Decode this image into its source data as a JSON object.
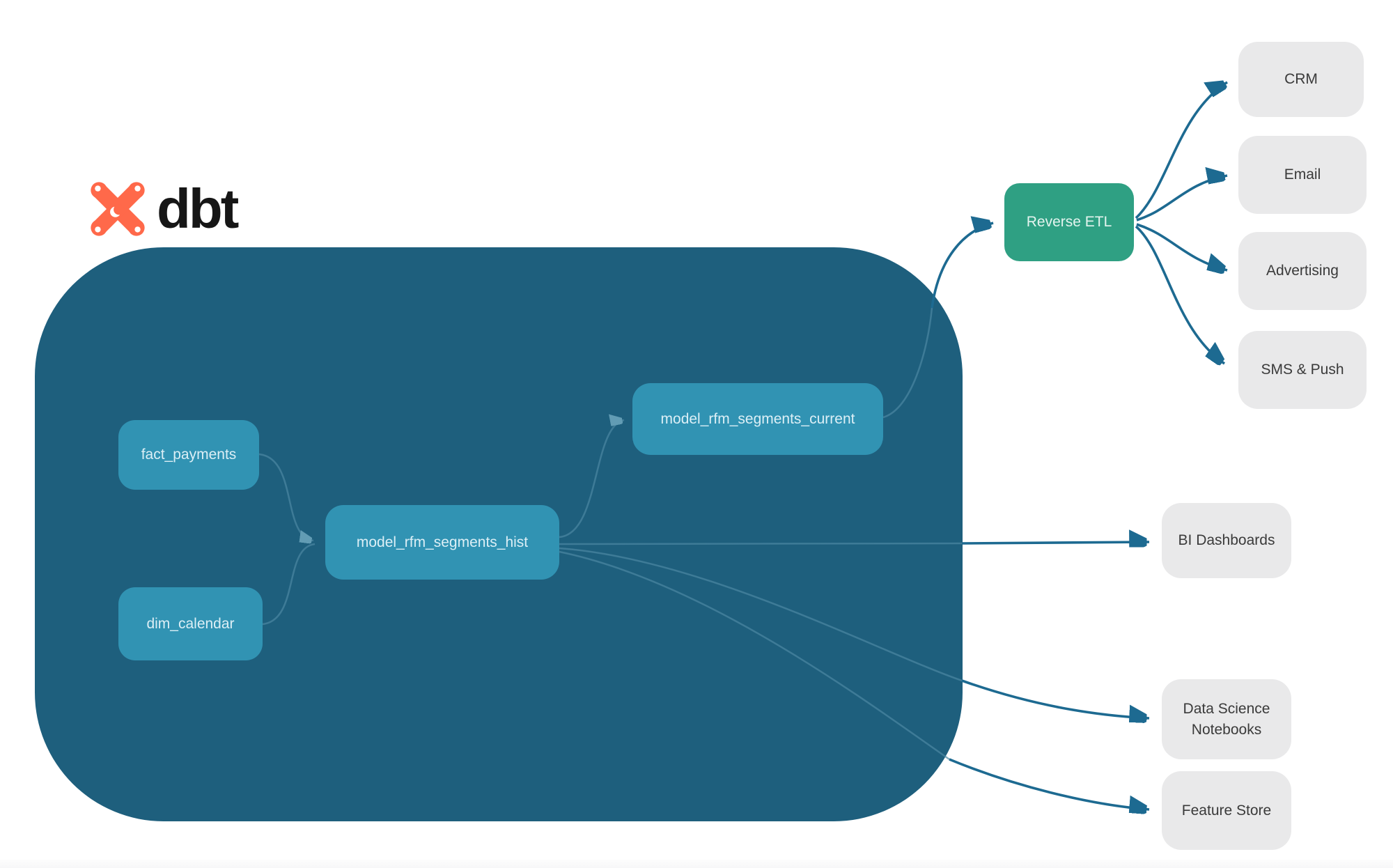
{
  "diagram": {
    "logo": {
      "text": "dbt"
    },
    "nodes": {
      "fact_payments": {
        "label": "fact_payments"
      },
      "dim_calendar": {
        "label": "dim_calendar"
      },
      "model_rfm_segments_hist": {
        "label": "model_rfm_segments_hist"
      },
      "model_rfm_segments_current": {
        "label": "model_rfm_segments_current"
      },
      "reverse_etl": {
        "label": "Reverse ETL"
      },
      "crm": {
        "label": "CRM"
      },
      "email": {
        "label": "Email"
      },
      "advertising": {
        "label": "Advertising"
      },
      "sms_push": {
        "label": "SMS & Push"
      },
      "bi_dashboards": {
        "label": "BI Dashboards"
      },
      "data_science_notebooks": {
        "label": "Data Science Notebooks"
      },
      "feature_store": {
        "label": "Feature Store"
      }
    },
    "edges": [
      {
        "from": "fact_payments",
        "to": "model_rfm_segments_hist"
      },
      {
        "from": "dim_calendar",
        "to": "model_rfm_segments_hist"
      },
      {
        "from": "model_rfm_segments_hist",
        "to": "model_rfm_segments_current"
      },
      {
        "from": "model_rfm_segments_current",
        "to": "reverse_etl"
      },
      {
        "from": "reverse_etl",
        "to": "crm"
      },
      {
        "from": "reverse_etl",
        "to": "email"
      },
      {
        "from": "reverse_etl",
        "to": "advertising"
      },
      {
        "from": "reverse_etl",
        "to": "sms_push"
      },
      {
        "from": "model_rfm_segments_hist",
        "to": "bi_dashboards"
      },
      {
        "from": "model_rfm_segments_hist",
        "to": "data_science_notebooks"
      },
      {
        "from": "model_rfm_segments_hist",
        "to": "feature_store"
      }
    ],
    "colors": {
      "container": "#1E5F7D",
      "model_node": "#3193B3",
      "reverse_etl_node": "#2FA083",
      "destination_node": "#E9E9EA",
      "edge": "#1D6A91",
      "edge_inside": "#4C88A3",
      "logo_mark": "#FF694A"
    }
  }
}
